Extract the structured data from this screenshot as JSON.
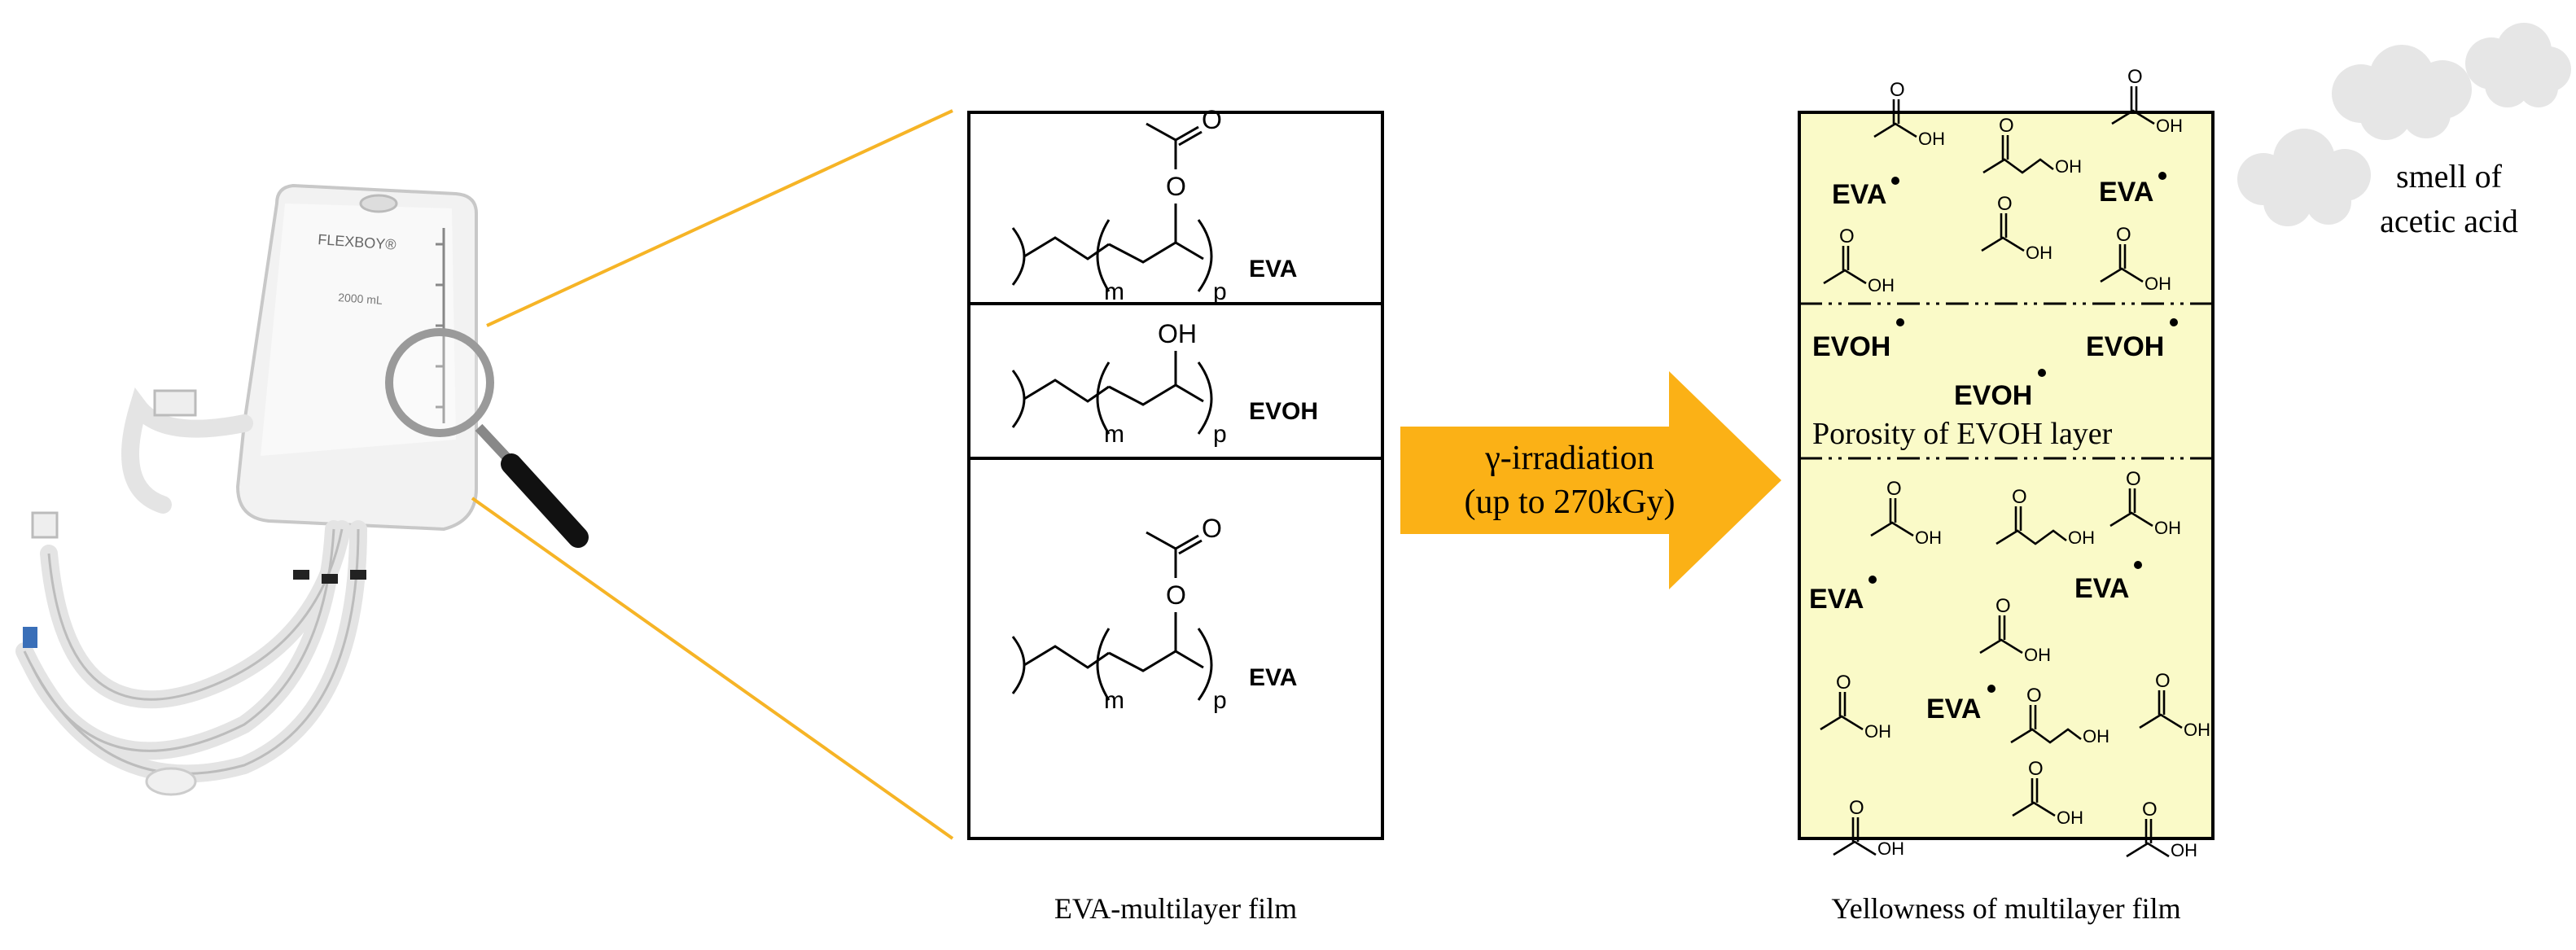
{
  "colors": {
    "arrow": "#fbb116",
    "lead_lines": "#f6b426",
    "yellow_film": "#fafac8",
    "cloud": "#e6e6e6",
    "ink": "#000000"
  },
  "bag": {
    "brand": "FLEXBOY®",
    "volume": "2000 mL"
  },
  "film": {
    "caption": "EVA-multilayer film",
    "layers": [
      {
        "name": "EVA",
        "side_group": "O",
        "sub_m": "m",
        "sub_p": "p"
      },
      {
        "name": "EVOH",
        "side_group": "OH",
        "sub_m": "m",
        "sub_p": "p"
      },
      {
        "name": "EVA",
        "side_group": "O",
        "sub_m": "m",
        "sub_p": "p"
      }
    ]
  },
  "process": {
    "line1": "γ-irradiation",
    "line2": "(up to 270kGy)"
  },
  "irradiated": {
    "caption": "Yellowness of multilayer film",
    "radical_eva": "EVA",
    "radical_evoh": "EVOH",
    "porosity_label": "Porosity of EVOH layer",
    "oh_label": "OH",
    "smell_line1": "smell of",
    "smell_line2": "acetic acid"
  }
}
